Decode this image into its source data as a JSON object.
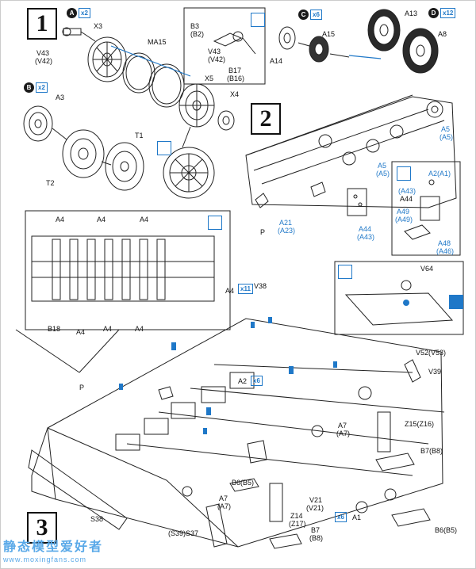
{
  "steps": {
    "s1": "1",
    "s2": "2",
    "s3": "3"
  },
  "badges": {
    "a": {
      "letter": "A",
      "qty": "x2"
    },
    "b": {
      "letter": "B",
      "qty": "x2"
    },
    "c": {
      "letter": "C",
      "qty": "x6"
    },
    "d": {
      "letter": "D",
      "qty": "x12"
    },
    "a2": {
      "qty": "x6"
    },
    "a1": {
      "qty": "x6"
    },
    "a4": {
      "qty": "x11"
    }
  },
  "labels": {
    "x3": "X3",
    "v43": "V43",
    "v42": "(V42)",
    "ma15": "MA15",
    "b3": "B3",
    "b2": "(B2)",
    "v43b": "V43",
    "v42b": "(V42)",
    "b17": "B17",
    "b16": "(B16)",
    "x5": "X5",
    "x4": "X4",
    "a3": "A3",
    "t1": "T1",
    "t2": "T2",
    "a14": "A14",
    "a15": "A15",
    "a13": "A13",
    "a8": "A8",
    "a5": "A5",
    "a5p": "(A5)",
    "a5b": "A5",
    "a5bp": "(A5)",
    "a2a1": "A2(A1)",
    "a43": "(A43)",
    "a44": "A44",
    "a49": "A49",
    "a49p": "(A49)",
    "a48": "A48",
    "a46": "(A46)",
    "a21": "A21",
    "a23": "(A23)",
    "a44b": "A44",
    "a43b": "(A43)",
    "p1": "P",
    "a4_1": "A4",
    "a4_2": "A4",
    "a4_3": "A4",
    "b18": "B18",
    "a4_4": "A4",
    "a4_5": "A4",
    "a4_6": "A4",
    "a4top": "A4",
    "v38": "V38",
    "v64": "V64",
    "v52": "V52(V53)",
    "v39": "V39",
    "p2": "P",
    "a2": "A2",
    "a7": "A7",
    "a7p": "(A7)",
    "z15": "Z15(Z16)",
    "b7b8": "B7(B8)",
    "b6b5": "B6(B5)",
    "a7b": "A7",
    "a7bp": "(A7)",
    "v21": "V21",
    "v21p": "(V21)",
    "z14": "Z14",
    "z17": "(Z17)",
    "s38": "S38",
    "s39s37": "(S39)S37",
    "b7": "B7",
    "b8": "(B8)",
    "a1": "A1",
    "b6b5b": "B6(B5)"
  },
  "watermark": {
    "cn": "静态模型爱好者",
    "url": "www.moxingfans.com"
  },
  "colors": {
    "accent": "#1f78c8",
    "ink": "#111111",
    "badge": "#1a1a1a"
  }
}
